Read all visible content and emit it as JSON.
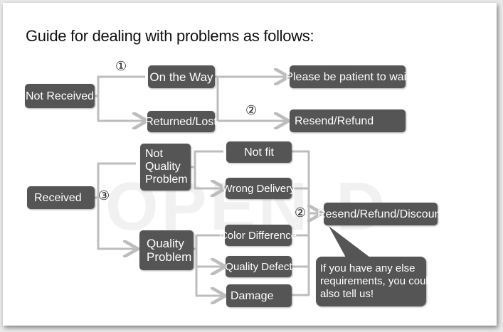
{
  "title": "Guide for dealing with problems as follows:",
  "watermark": "OPEN-D",
  "markers": {
    "one": "①",
    "two_top": "②",
    "three": "③",
    "two_mid": "②"
  },
  "nodes": {
    "not_received": "Not Received",
    "on_the_way": "On the Way",
    "returned_lost": "Returned/Lost",
    "please_wait": "Please be patient to wait",
    "resend_refund": "Resend/Refund",
    "received": "Received",
    "not_quality_problem": "Not\nQuality\nProblem",
    "quality_problem": "Quality\nProblem",
    "not_fit": "Not fit",
    "wrong_delivery": "Wrong Delivery",
    "color_difference": "Color Difference",
    "quality_defect": "Quality Defect",
    "damage": "Damage",
    "resend_refund_discount": "Resend/Refund/Discount",
    "else_requirements": "If you have any else\nrequirements, you could\nalso tell us!"
  },
  "colors": {
    "box": "#555555",
    "connector": "#bdbdbd",
    "text": "#ffffff"
  }
}
